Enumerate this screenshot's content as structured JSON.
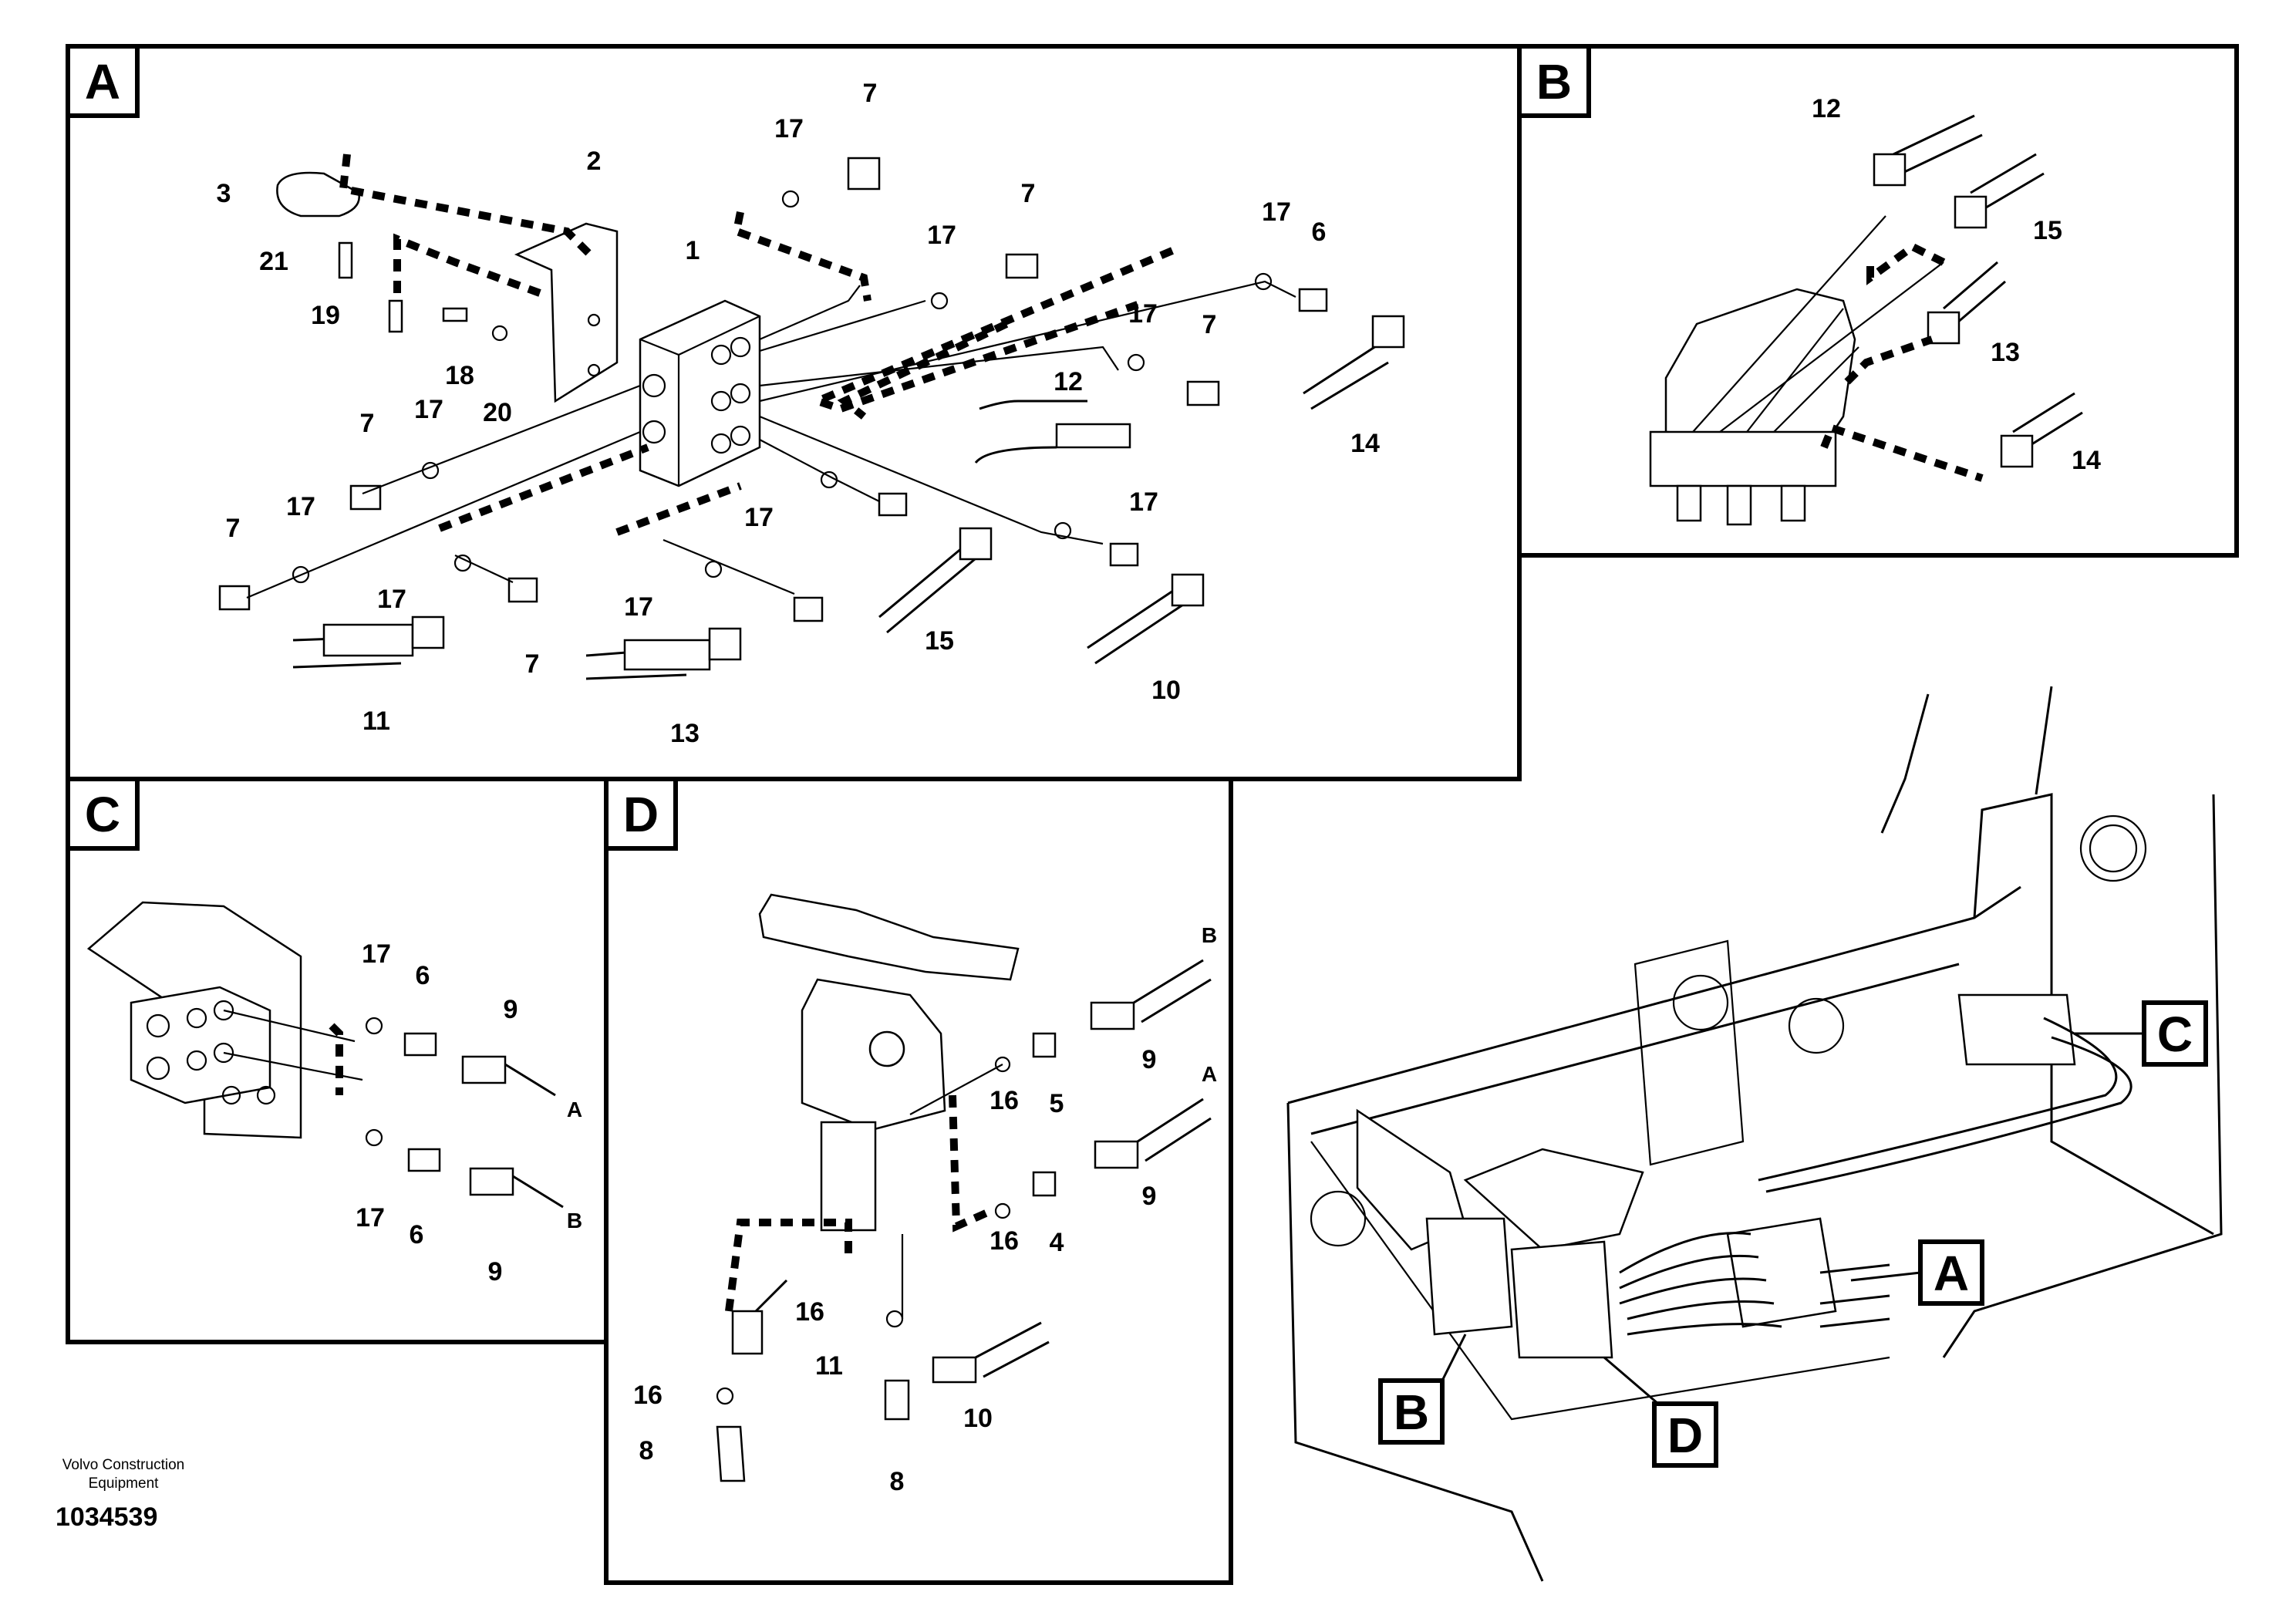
{
  "panels": {
    "A": {
      "label": "A",
      "callouts": [
        "1",
        "2",
        "3",
        "6",
        "7",
        "7",
        "7",
        "7",
        "7",
        "7",
        "10",
        "11",
        "12",
        "13",
        "14",
        "15",
        "17",
        "17",
        "17",
        "17",
        "17",
        "17",
        "17",
        "17",
        "17",
        "17",
        "18",
        "19",
        "20",
        "21"
      ]
    },
    "B": {
      "label": "B",
      "callouts": [
        "12",
        "15",
        "13",
        "14"
      ]
    },
    "C": {
      "label": "C",
      "callouts": [
        "17",
        "6",
        "9",
        "A",
        "17",
        "6",
        "9",
        "B"
      ]
    },
    "D": {
      "label": "D",
      "callouts": [
        "B",
        "9",
        "16",
        "5",
        "A",
        "9",
        "16",
        "4",
        "16",
        "11",
        "16",
        "10",
        "8",
        "8"
      ]
    },
    "overview": {
      "markers": [
        "A",
        "B",
        "C",
        "D"
      ]
    }
  },
  "footer": {
    "brand_line1": "Volvo Construction",
    "brand_line2": "Equipment",
    "drawing_number": "1034539"
  },
  "colors": {
    "line": "#000000",
    "background": "#ffffff"
  }
}
